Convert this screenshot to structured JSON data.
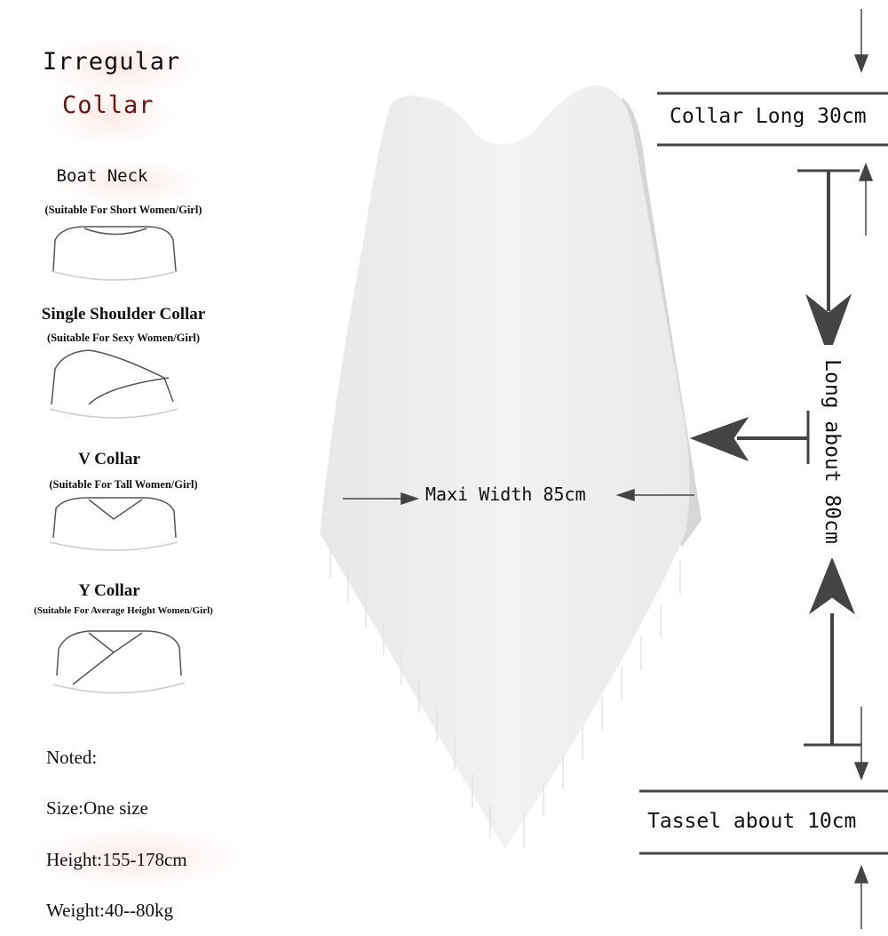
{
  "header": {
    "line1": "Irregular",
    "line2": "Collar"
  },
  "collars": [
    {
      "name": "Boat Neck",
      "sub": "(Suitable For Short Women/Girl)",
      "icon": "boat-neck-icon"
    },
    {
      "name": "Single Shoulder Collar",
      "sub": "(Suitable For Sexy Women/Girl)",
      "icon": "single-shoulder-icon"
    },
    {
      "name": "V Collar",
      "sub": "(Suitable For Tall Women/Girl)",
      "icon": "v-collar-icon"
    },
    {
      "name": "Y Collar",
      "sub": "(Suitable For Average Height Women/Girl)",
      "icon": "y-collar-icon"
    }
  ],
  "notes": {
    "noted": "Noted:",
    "size": "Size:One size",
    "height": "Height:155-178cm",
    "weight": "Weight:40--80kg"
  },
  "measurements": {
    "collar_long": "Collar Long 30cm",
    "long": "Long about 80cm",
    "width": "Maxi Width 85cm",
    "tassel": "Tassel about 10cm"
  },
  "colors": {
    "collar_red": "#6b1414",
    "garment": "#efefef",
    "garment_shadow": "#d9d9d9",
    "arrow": "#444444"
  }
}
